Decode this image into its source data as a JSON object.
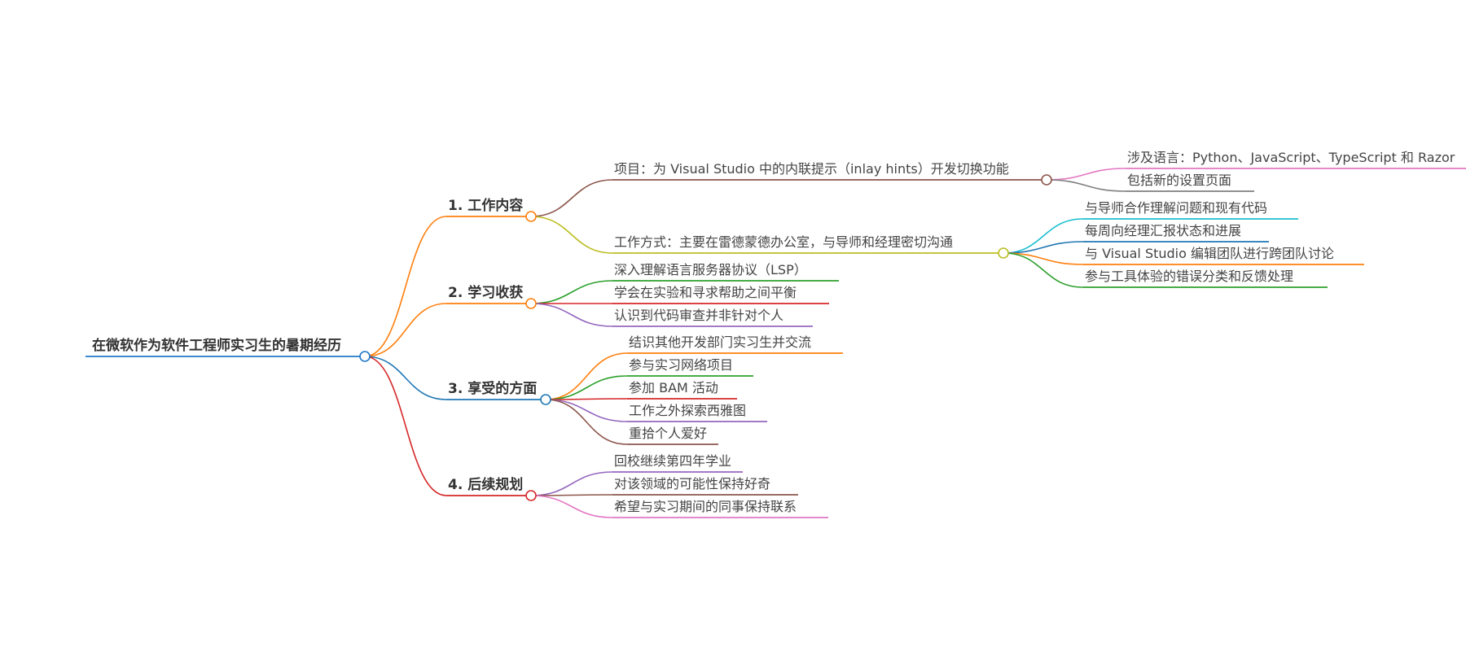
{
  "root": {
    "label": "在微软作为软件工程师实习生的暑期经历",
    "color": "#1f78c8"
  },
  "branches": [
    {
      "label": "1. 工作内容",
      "color": "#ff7f0e",
      "children": [
        {
          "label": "项目：为 Visual Studio 中的内联提示（inlay hints）开发切换功能",
          "color": "#8c564b",
          "children": [
            {
              "label": "涉及语言：Python、JavaScript、TypeScript 和 Razor",
              "color": "#e377c2"
            },
            {
              "label": "包括新的设置页面",
              "color": "#7f7f7f"
            }
          ]
        },
        {
          "label": "工作方式：主要在雷德蒙德办公室，与导师和经理密切沟通",
          "color": "#bcbd22",
          "children": [
            {
              "label": "与导师合作理解问题和现有代码",
              "color": "#17becf"
            },
            {
              "label": "每周向经理汇报状态和进展",
              "color": "#1f77b4"
            },
            {
              "label": "与 Visual Studio 编辑团队进行跨团队讨论",
              "color": "#ff7f0e"
            },
            {
              "label": "参与工具体验的错误分类和反馈处理",
              "color": "#2ca02c"
            }
          ]
        }
      ]
    },
    {
      "label": "2. 学习收获",
      "color": "#ff7f0e",
      "children": [
        {
          "label": "深入理解语言服务器协议（LSP）",
          "color": "#2ca02c"
        },
        {
          "label": "学会在实验和寻求帮助之间平衡",
          "color": "#d62728"
        },
        {
          "label": "认识到代码审查并非针对个人",
          "color": "#9467bd"
        }
      ]
    },
    {
      "label": "3. 享受的方面",
      "color": "#1f77b4",
      "children": [
        {
          "label": "结识其他开发部门实习生并交流",
          "color": "#ff7f0e"
        },
        {
          "label": "参与实习网络项目",
          "color": "#2ca02c"
        },
        {
          "label": "参加 BAM 活动",
          "color": "#d62728"
        },
        {
          "label": "工作之外探索西雅图",
          "color": "#9467bd"
        },
        {
          "label": "重拾个人爱好",
          "color": "#8c564b"
        }
      ]
    },
    {
      "label": "4. 后续规划",
      "color": "#d62728",
      "children": [
        {
          "label": "回校继续第四年学业",
          "color": "#9467bd"
        },
        {
          "label": "对该领域的可能性保持好奇",
          "color": "#8c564b"
        },
        {
          "label": "希望与实习期间的同事保持联系",
          "color": "#e377c2"
        }
      ]
    }
  ]
}
